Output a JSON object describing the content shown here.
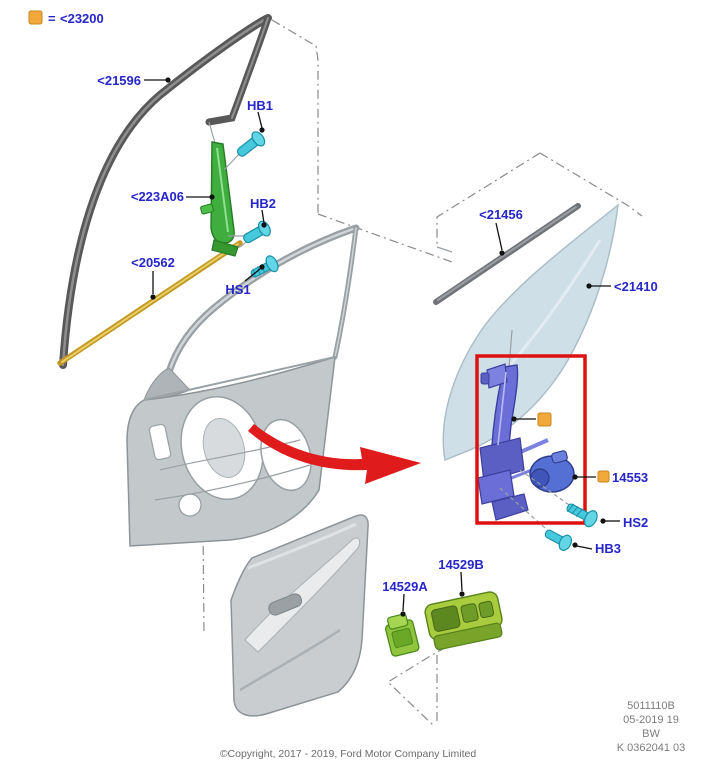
{
  "legend": {
    "marker": "yellow-square",
    "equals_sign": "=",
    "part_number": "<23200"
  },
  "labels": {
    "run_channel": "<21596",
    "bolt_hb1": "HB1",
    "guide_rail": "<223A06",
    "bolt_hb2": "HB2",
    "belt_molding": "<20562",
    "screw_hs1": "HS1",
    "inner_weatherstrip": "<21456",
    "door_glass": "<21410",
    "regulator_motor": "14553",
    "screw_hs2": "HS2",
    "bolt_hb3": "HB3",
    "window_switch_single": "14529A",
    "window_switch_panel": "14529B"
  },
  "title_block": {
    "part_list_number": "5011110B",
    "date_code": "05-2019 19",
    "code": "BW",
    "drawing_ref": "K 0362041 03"
  },
  "copyright": "©Copyright, 2017 - 2019, Ford Motor Company Limited",
  "colors": {
    "label_blue": "#2626c9",
    "highlight_red": "#dd1111",
    "marker_yellow": "#f0a93a",
    "fastener_cyan": "#45c8dc",
    "guide_rail_green": "#3fae3f",
    "switch_green": "#8fc43c",
    "regulator_blue": "#6a6ed6",
    "glass_blue": "#cfdfe8",
    "belt_molding_gold": "#c39a28"
  }
}
